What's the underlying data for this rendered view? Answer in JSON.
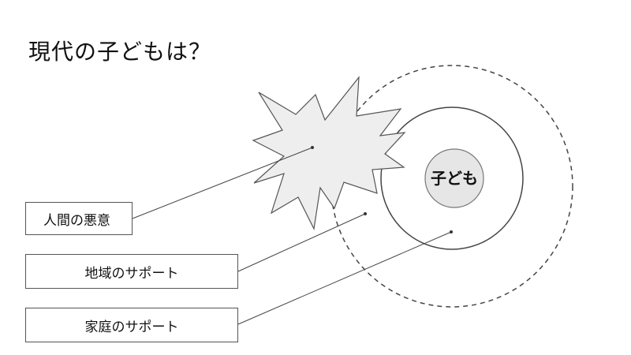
{
  "title": "現代の子どもは？",
  "center_label": "子ども",
  "labels": {
    "malice": "人間の悪意",
    "community_support": "地域のサポート",
    "family_support": "家庭のサポート"
  },
  "colors": {
    "stroke": "#444444",
    "burst_fill": "#eeeeee",
    "center_fill": "#e6e6e6",
    "background": "#ffffff"
  }
}
